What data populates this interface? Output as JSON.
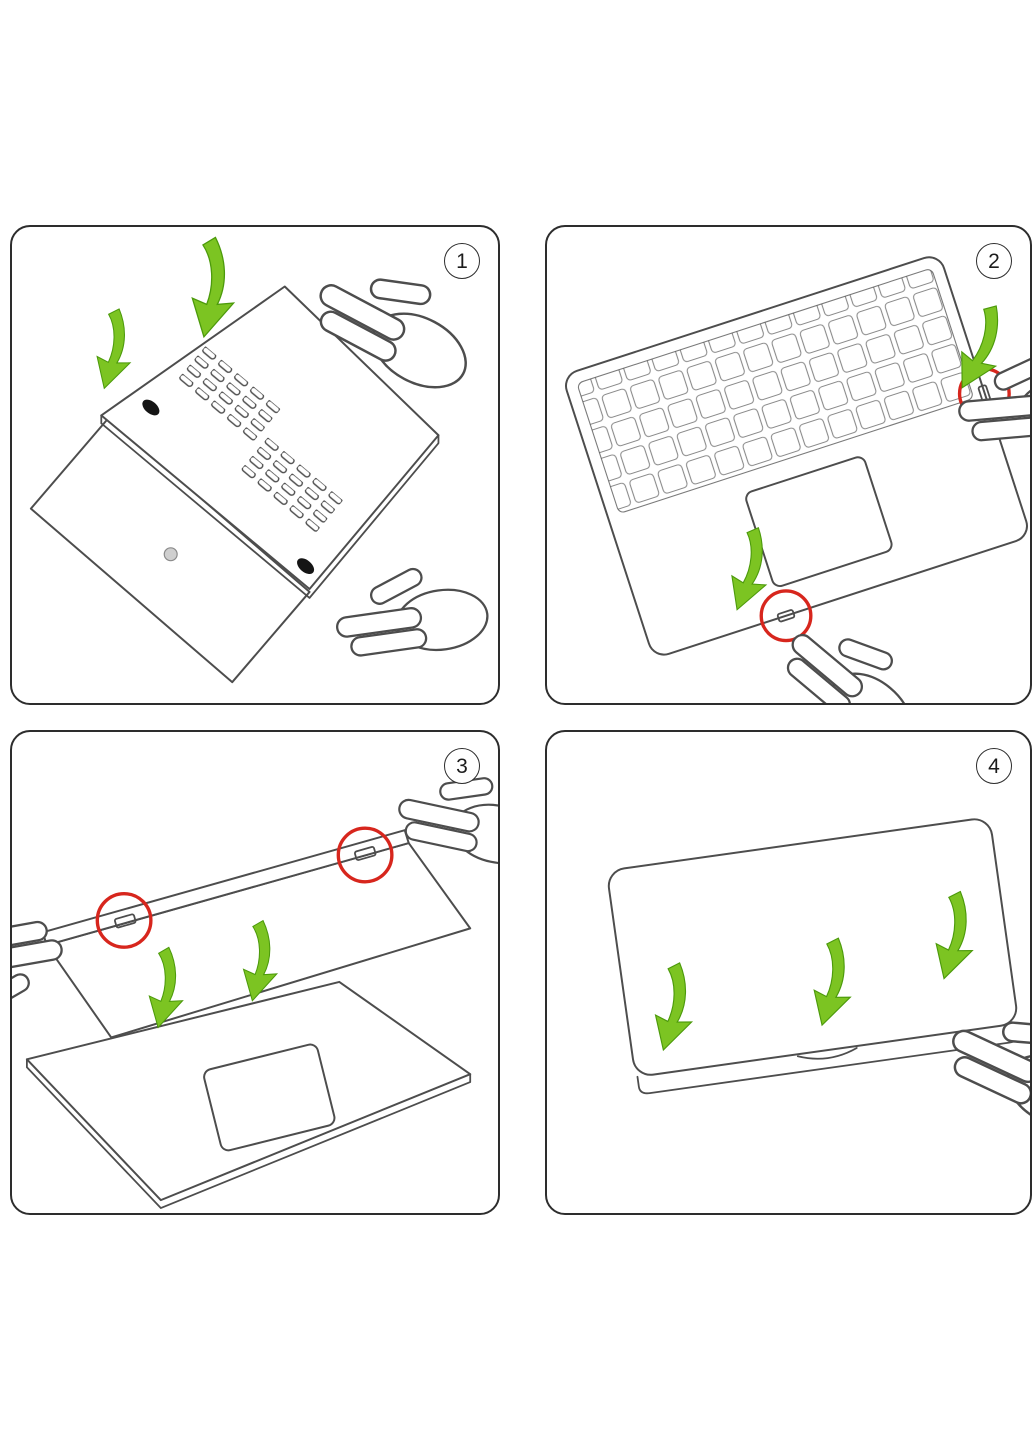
{
  "colors": {
    "panel-border": "#2d2d2d",
    "line": "#4d4d4d",
    "arrow-green": "#7cc422",
    "arrow-green-dark": "#4c9a0b",
    "red-marker": "#d7261d",
    "ink": "#151515",
    "bg": "#ffffff"
  },
  "icons": {
    "direction-arrow": "curved-green-arrow",
    "attention-marker": "red-circle-outline",
    "hand": "hand-line-drawing",
    "step-badge": "circled-number"
  },
  "steps": [
    {
      "number": "1"
    },
    {
      "number": "2"
    },
    {
      "number": "3"
    },
    {
      "number": "4"
    }
  ]
}
